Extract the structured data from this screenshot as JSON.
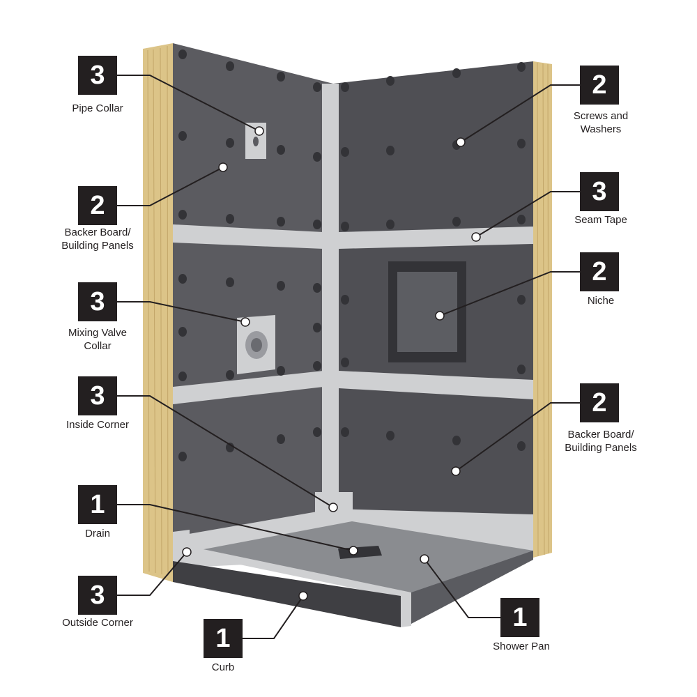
{
  "colors": {
    "wood": "#dcc488",
    "board_left": "#5b5b60",
    "board_right": "#4f4f54",
    "tape": "#cfd0d2",
    "screw": "#333337",
    "pan": "#8a8c90",
    "curb": "#3f3f43",
    "badge": "#231f20",
    "leader": "#231f20",
    "dot": "#ffffff"
  },
  "callouts": [
    {
      "id": "pipe-collar",
      "number": "3",
      "lines": [
        "Pipe Collar"
      ]
    },
    {
      "id": "backer-board-left",
      "number": "2",
      "lines": [
        "Backer Board/",
        "Building Panels"
      ]
    },
    {
      "id": "mixing-valve-collar",
      "number": "3",
      "lines": [
        "Mixing Valve",
        "Collar"
      ]
    },
    {
      "id": "inside-corner",
      "number": "3",
      "lines": [
        "Inside Corner"
      ]
    },
    {
      "id": "drain",
      "number": "1",
      "lines": [
        "Drain"
      ]
    },
    {
      "id": "outside-corner",
      "number": "3",
      "lines": [
        "Outside Corner"
      ]
    },
    {
      "id": "curb",
      "number": "1",
      "lines": [
        "Curb"
      ]
    },
    {
      "id": "shower-pan",
      "number": "1",
      "lines": [
        "Shower Pan"
      ]
    },
    {
      "id": "backer-board-right",
      "number": "2",
      "lines": [
        "Backer Board/",
        "Building Panels"
      ]
    },
    {
      "id": "niche",
      "number": "2",
      "lines": [
        "Niche"
      ]
    },
    {
      "id": "seam-tape",
      "number": "3",
      "lines": [
        "Seam Tape"
      ]
    },
    {
      "id": "screws-and-washers",
      "number": "2",
      "lines": [
        "Screws and",
        "Washers"
      ]
    }
  ]
}
